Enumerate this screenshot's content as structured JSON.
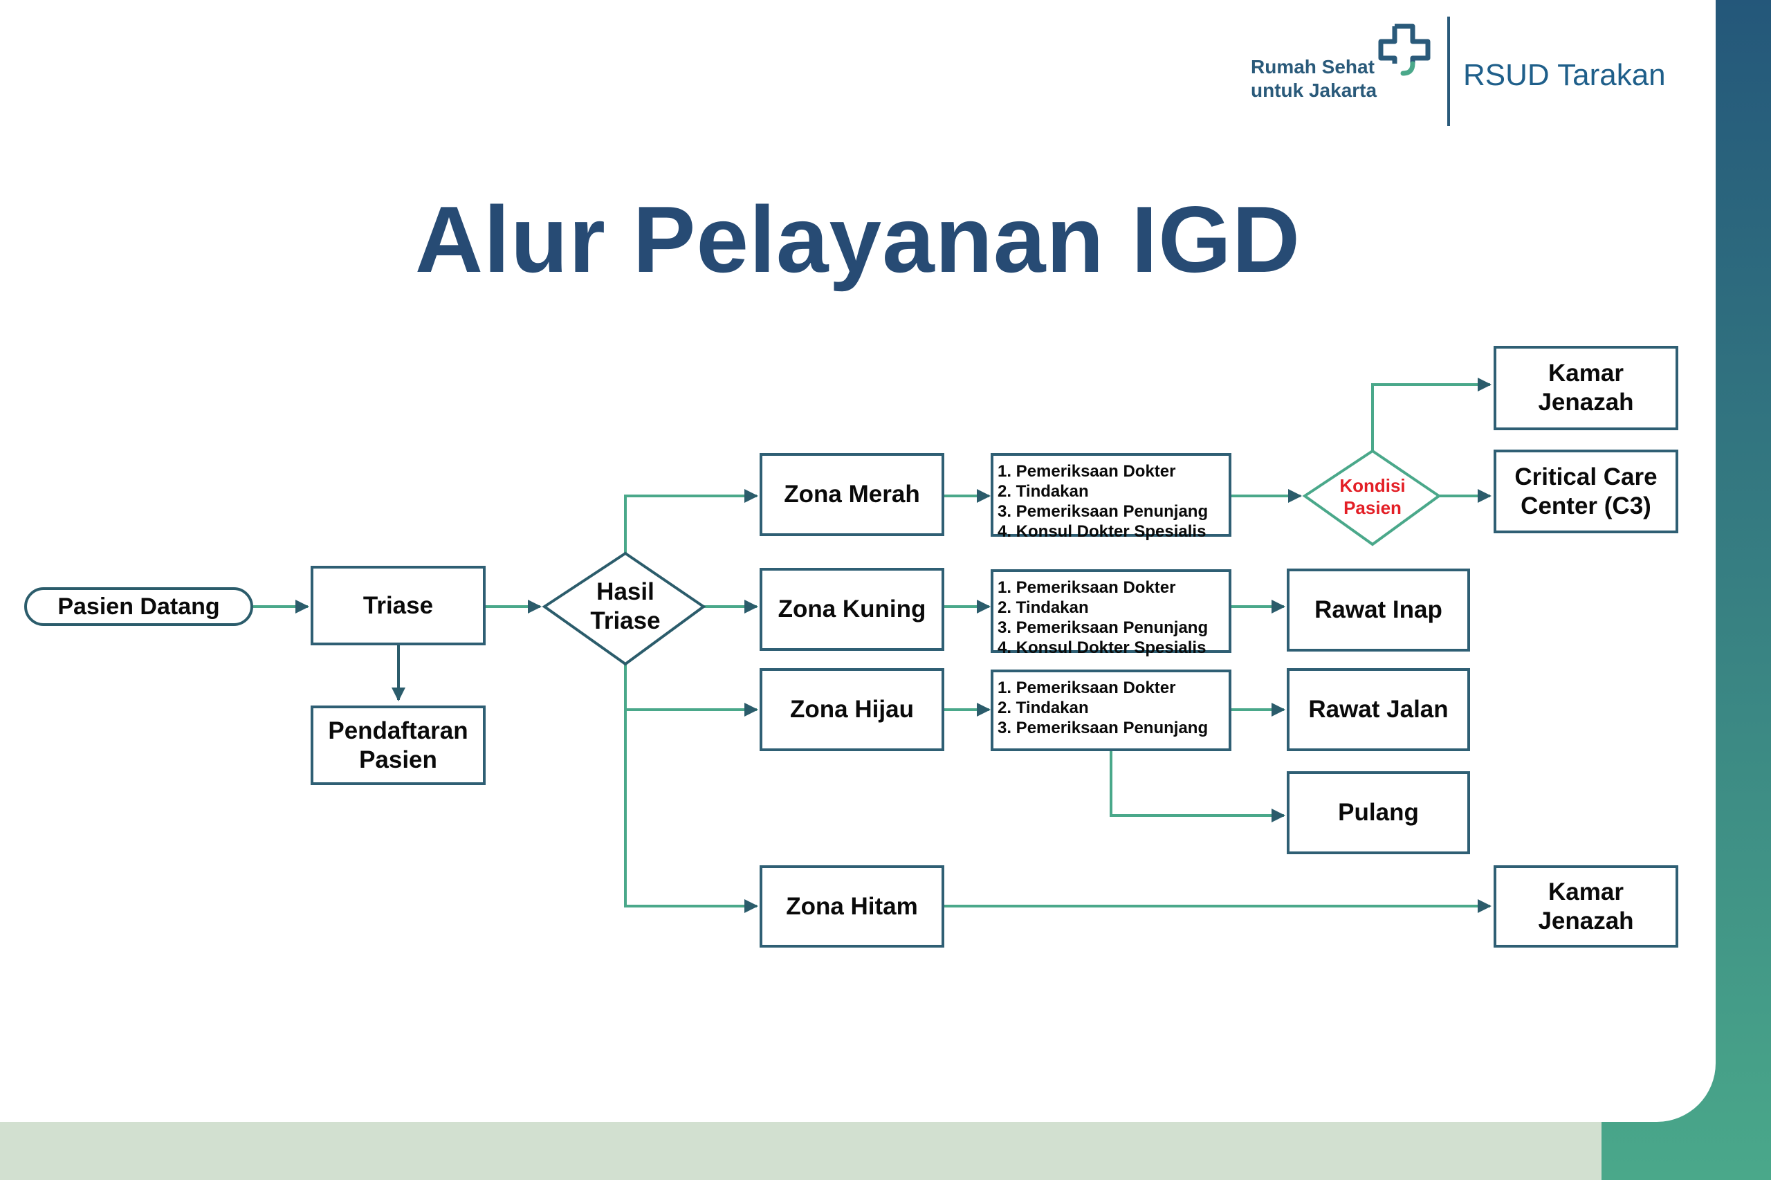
{
  "logo": {
    "tagline": "Rumah Sehat\nuntuk Jakarta",
    "hospital": "RSUD Tarakan"
  },
  "title": "Alur Pelayanan IGD",
  "nodes": {
    "pasien_datang": "Pasien Datang",
    "triase": "Triase",
    "pendaftaran_pasien": "Pendaftaran Pasien",
    "hasil_triase": "Hasil Triase",
    "zona_merah": "Zona Merah",
    "zona_kuning": "Zona Kuning",
    "zona_hijau": "Zona Hijau",
    "zona_hitam": "Zona Hitam",
    "kondisi_pasien": "Kondisi Pasien",
    "kamar_jenazah_top": "Kamar Jenazah",
    "critical_care": "Critical Care Center (C3)",
    "rawat_inap": "Rawat Inap",
    "rawat_jalan": "Rawat Jalan",
    "pulang": "Pulang",
    "kamar_jenazah_bottom": "Kamar Jenazah"
  },
  "steps": {
    "merah": [
      "1. Pemeriksaan Dokter",
      "2. Tindakan",
      "3. Pemeriksaan Penunjang",
      "4. Konsul Dokter Spesialis"
    ],
    "kuning": [
      "1. Pemeriksaan Dokter",
      "2. Tindakan",
      "3. Pemeriksaan Penunjang",
      "4. Konsul Dokter Spesialis"
    ],
    "hijau": [
      "1. Pemeriksaan Dokter",
      "2. Tindakan",
      "3. Pemeriksaan Penunjang"
    ]
  },
  "colors": {
    "title": "#274b74",
    "box_border": "#2f5f74",
    "arrow_green": "#4aa88a",
    "arrow_dark": "#2b5c6b",
    "accent_red": "#e31f26",
    "bottom_band": "#d2e0d0",
    "corner_gradient_top": "#24577a",
    "corner_gradient_bottom": "#4aa88a"
  }
}
